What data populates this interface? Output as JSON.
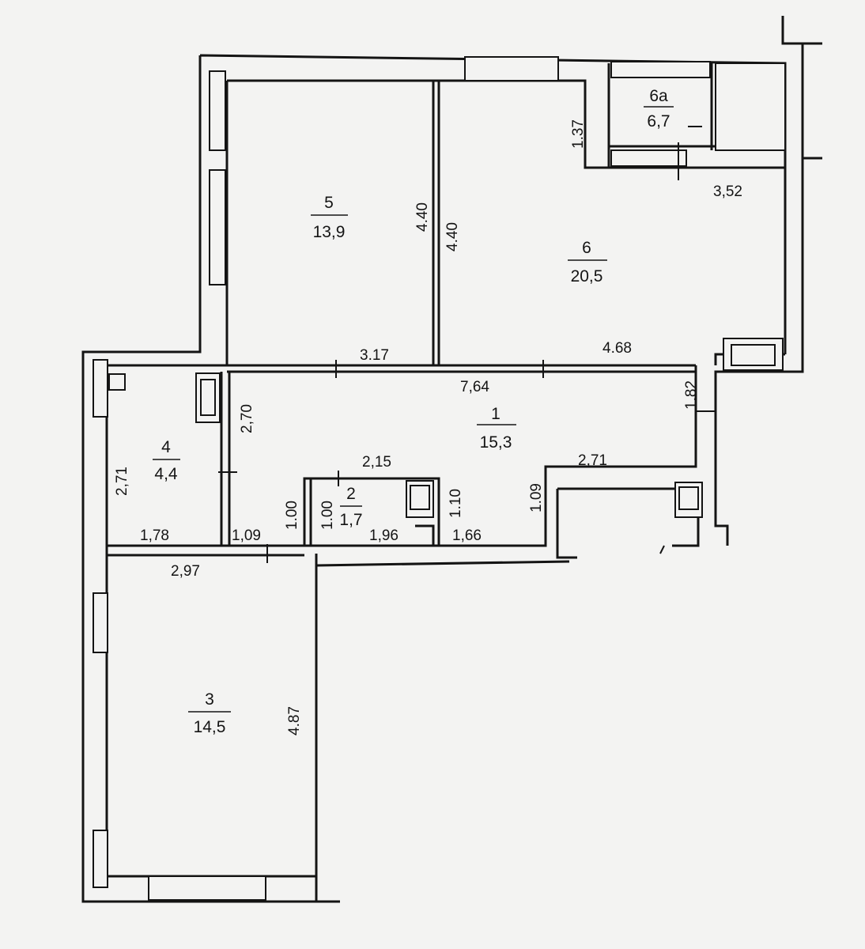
{
  "rooms": [
    {
      "id": "room-1",
      "number": "1",
      "area": "15,3"
    },
    {
      "id": "room-2",
      "number": "2",
      "area": "1,7"
    },
    {
      "id": "room-3",
      "number": "3",
      "area": "14,5"
    },
    {
      "id": "room-4",
      "number": "4",
      "area": "4,4"
    },
    {
      "id": "room-5",
      "number": "5",
      "area": "13,9"
    },
    {
      "id": "room-6",
      "number": "6",
      "area": "20,5"
    },
    {
      "id": "room-6a",
      "number": "6а",
      "area": "6,7"
    }
  ],
  "dimensions": [
    "1.37",
    "3,52",
    "4.40",
    "4.40",
    "3.17",
    "4.68",
    "7,64",
    "1.82",
    "2,70",
    "2,71",
    "2,15",
    "1.10",
    "1.00",
    "1.00",
    "1.09",
    "2,71",
    "1,78",
    "1,09",
    "1,96",
    "1,66",
    "2,97",
    "4.87"
  ]
}
